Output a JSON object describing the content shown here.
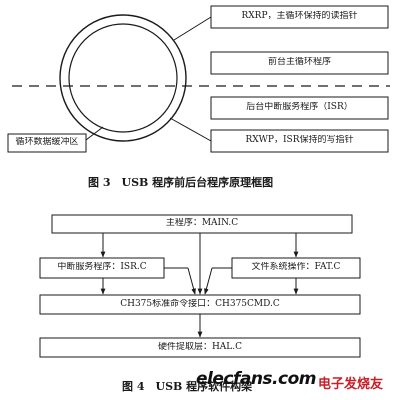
{
  "figure3": {
    "box_rxrp": "RXRP，主循环保持的读指针",
    "box_main_loop": "前台主循环程序",
    "box_isr": "后台中断服务程序（ISR）",
    "box_rxwp": "RXWP，ISR保持的写指针",
    "box_buffer": "循环数据缓冲区",
    "caption": "图 3　USB 程序前后台程序原理框图"
  },
  "figure4": {
    "box_main": "主程序：MAIN.C",
    "box_isr": "中断服务程序：ISR.C",
    "box_fat": "文件系统操作：FAT.C",
    "box_cmd": "CH375标准命令接口：CH375CMD.C",
    "box_hal": "硬件提取层：HAL.C",
    "caption": "图 4　USB 程序软件构架"
  },
  "watermark": {
    "site": "elecfans.com",
    "cn": "电子发烧友"
  }
}
